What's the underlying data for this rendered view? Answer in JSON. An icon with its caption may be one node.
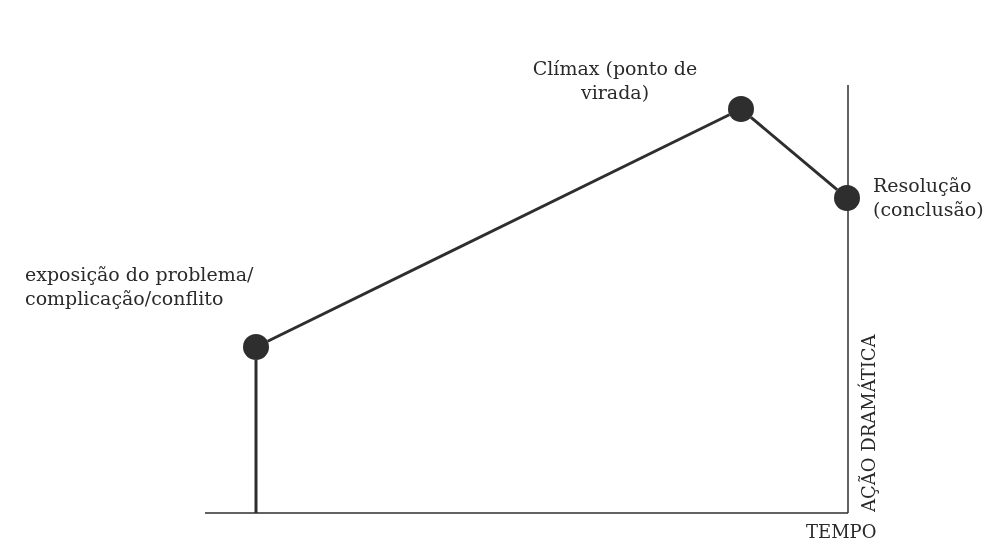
{
  "diagram": {
    "nodes": [
      {
        "text": [],
        "shape": "circle",
        "beside": [
          "exposição do problema/ complicação/conflito"
        ]
      },
      {
        "text": [],
        "shape": "circle",
        "beside": [
          "Clímax (ponto de virada)"
        ]
      },
      {
        "text": [],
        "shape": "circle",
        "beside": [
          "Resolução (conclusão)"
        ]
      }
    ],
    "edges": [
      {
        "from": null,
        "to": 0,
        "arrow": "none"
      },
      {
        "from": 0,
        "to": 1,
        "arrow": "none"
      },
      {
        "from": 1,
        "to": 2,
        "arrow": "none"
      }
    ],
    "labels": [
      "AÇÃO DRAMÁTICA",
      "TEMPO"
    ]
  }
}
